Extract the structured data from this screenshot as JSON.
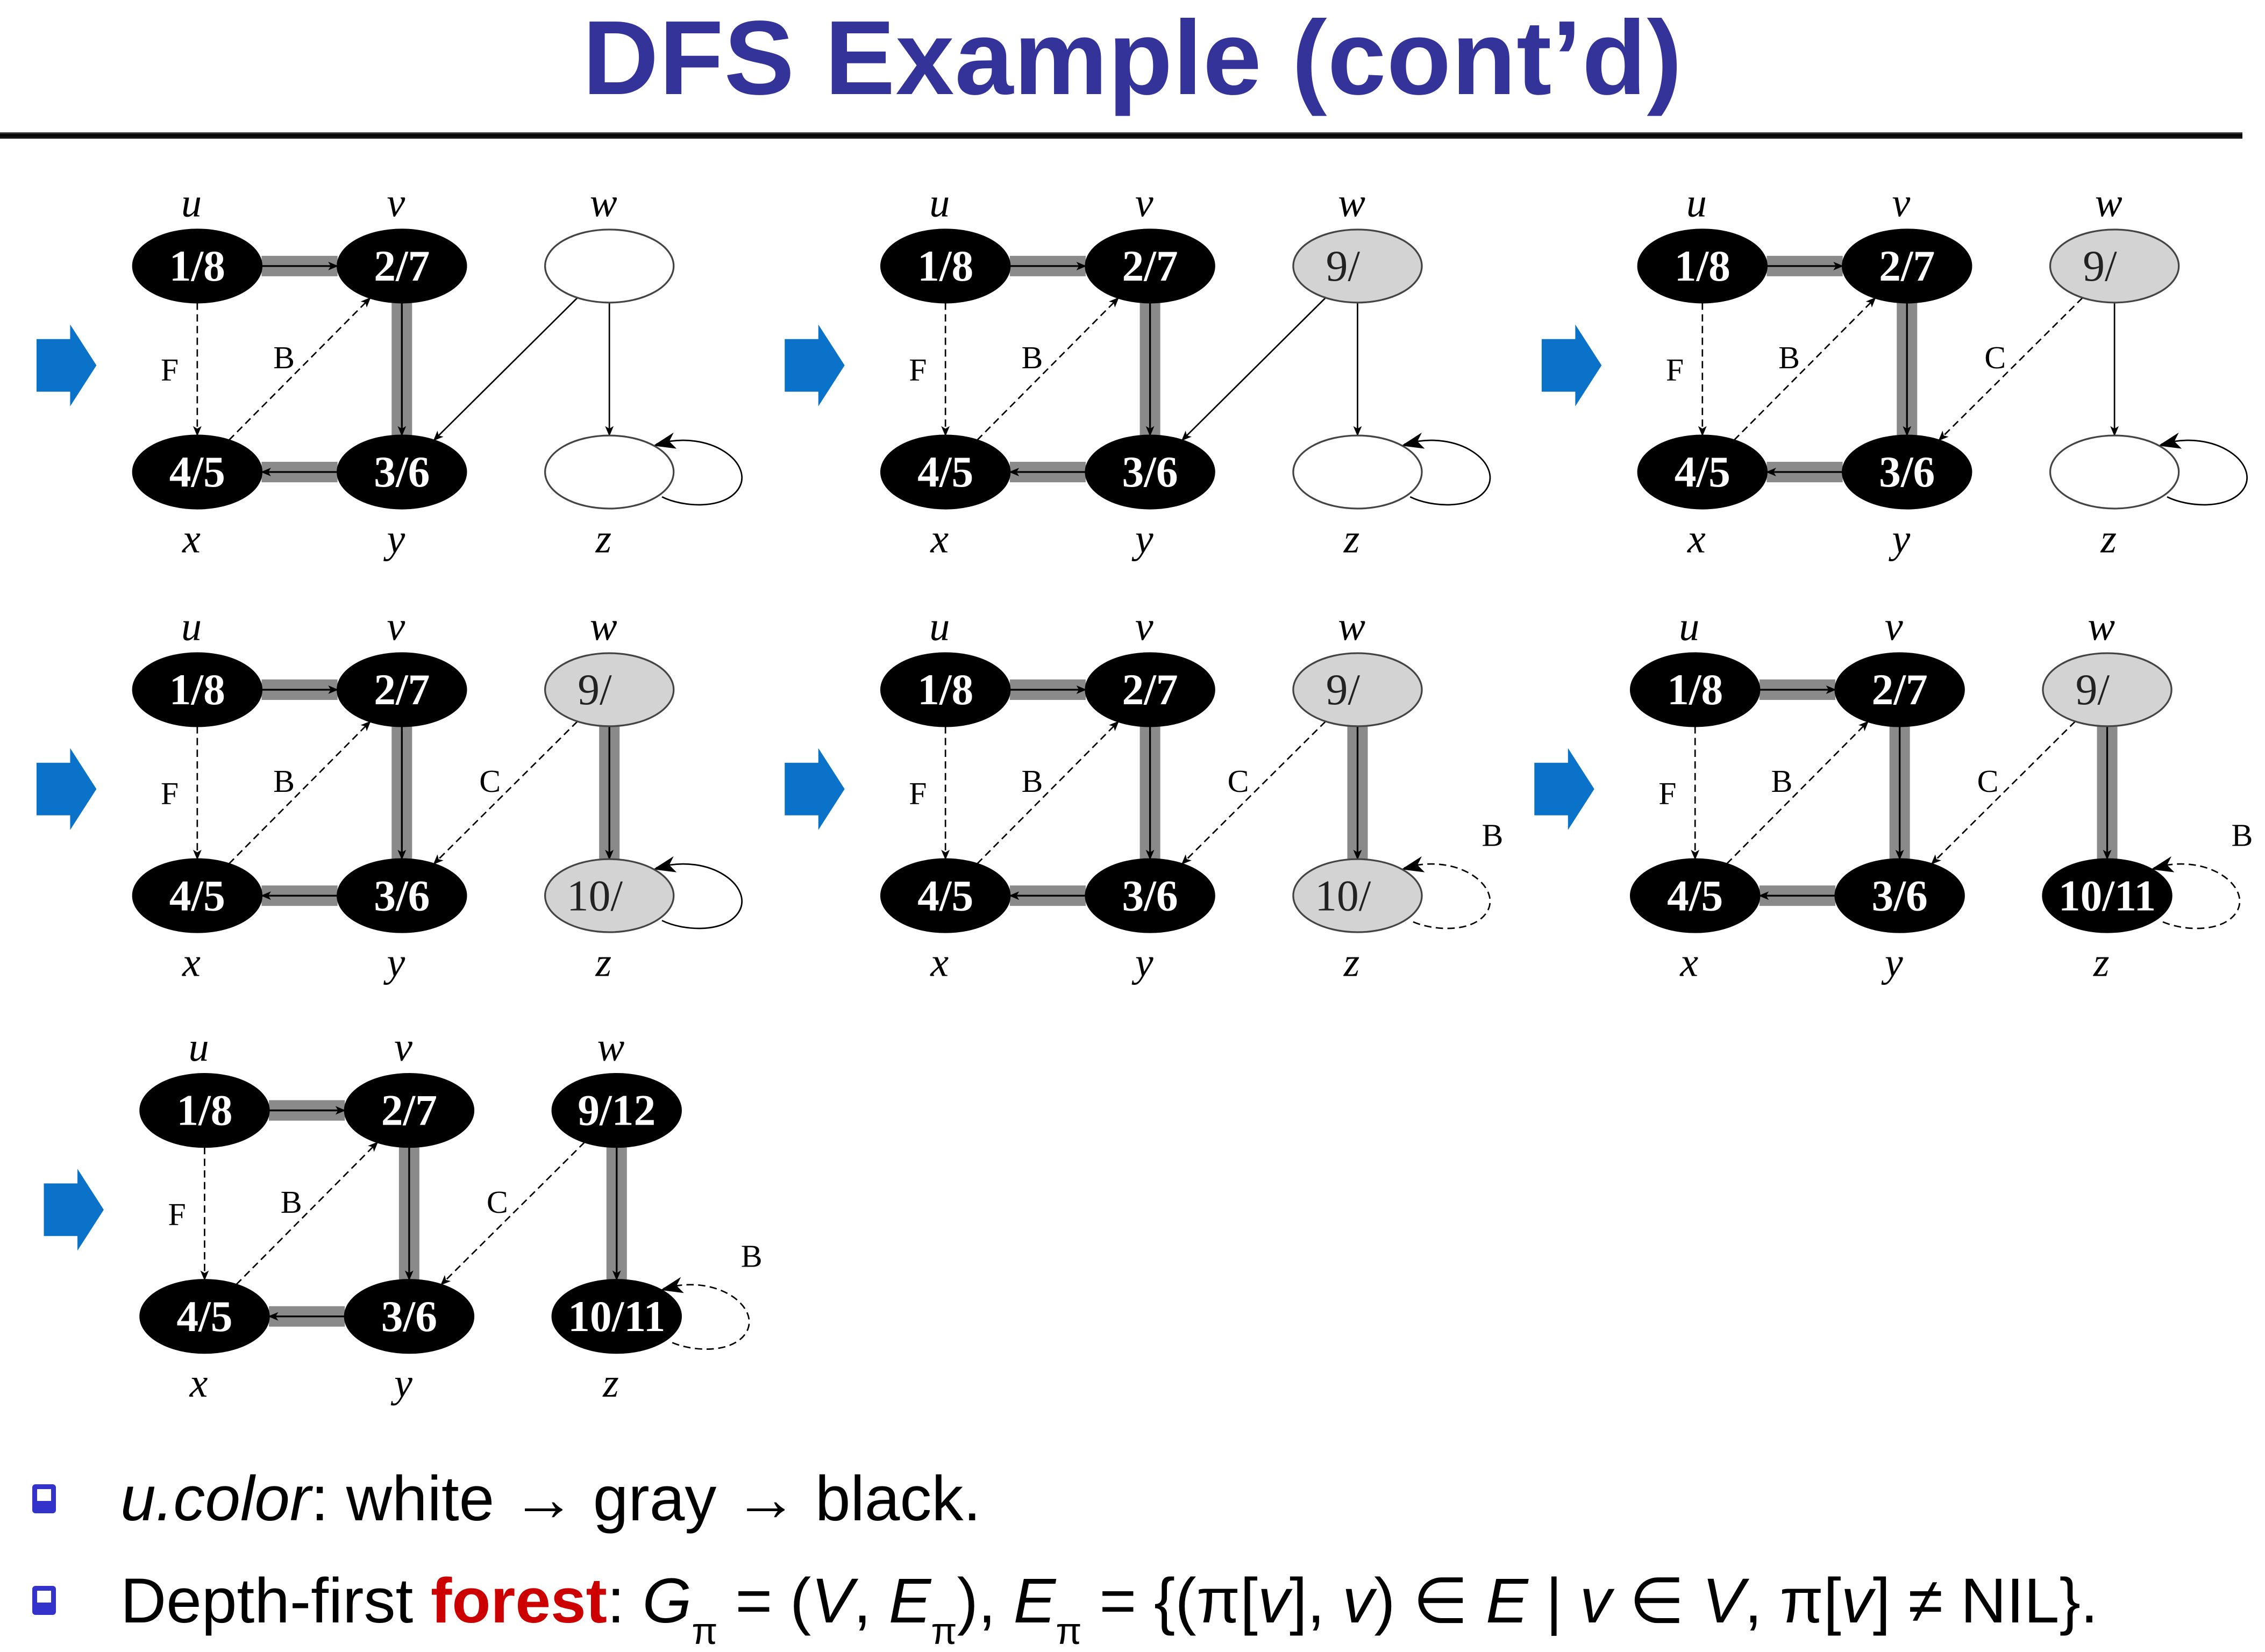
{
  "title": "DFS Example (cont’d)",
  "colors": {
    "title": "#333399",
    "arrow": "#0a72c8",
    "node_black": "#000000",
    "node_gray": "#d3d3d3",
    "node_white": "#ffffff",
    "tree_edge": "#8a8a8a",
    "bullet_box": "#3333cc",
    "highlight": "#cc0000"
  },
  "vertex_names": {
    "u": "u",
    "v": "v",
    "w": "w",
    "x": "x",
    "y": "y",
    "z": "z"
  },
  "panels": [
    {
      "nodes": {
        "u": {
          "label": "1/8",
          "color": "black"
        },
        "v": {
          "label": "2/7",
          "color": "black"
        },
        "w": {
          "label": "",
          "color": "white"
        },
        "x": {
          "label": "4/5",
          "color": "black"
        },
        "y": {
          "label": "3/6",
          "color": "black"
        },
        "z": {
          "label": "",
          "color": "white"
        }
      },
      "edges": [
        {
          "from": "u",
          "to": "v",
          "type": "tree"
        },
        {
          "from": "v",
          "to": "y",
          "type": "tree"
        },
        {
          "from": "y",
          "to": "x",
          "type": "tree"
        },
        {
          "from": "u",
          "to": "x",
          "type": "classified",
          "label": "F"
        },
        {
          "from": "x",
          "to": "v",
          "type": "classified",
          "label": "B"
        },
        {
          "from": "w",
          "to": "y",
          "type": "unexplored"
        },
        {
          "from": "w",
          "to": "z",
          "type": "unexplored"
        },
        {
          "from": "z",
          "to": "z",
          "type": "unexplored"
        }
      ]
    },
    {
      "nodes": {
        "u": {
          "label": "1/8",
          "color": "black"
        },
        "v": {
          "label": "2/7",
          "color": "black"
        },
        "w": {
          "label": "9/",
          "color": "gray"
        },
        "x": {
          "label": "4/5",
          "color": "black"
        },
        "y": {
          "label": "3/6",
          "color": "black"
        },
        "z": {
          "label": "",
          "color": "white"
        }
      },
      "edges": [
        {
          "from": "u",
          "to": "v",
          "type": "tree"
        },
        {
          "from": "v",
          "to": "y",
          "type": "tree"
        },
        {
          "from": "y",
          "to": "x",
          "type": "tree"
        },
        {
          "from": "u",
          "to": "x",
          "type": "classified",
          "label": "F"
        },
        {
          "from": "x",
          "to": "v",
          "type": "classified",
          "label": "B"
        },
        {
          "from": "w",
          "to": "y",
          "type": "unexplored"
        },
        {
          "from": "w",
          "to": "z",
          "type": "unexplored"
        },
        {
          "from": "z",
          "to": "z",
          "type": "unexplored"
        }
      ]
    },
    {
      "nodes": {
        "u": {
          "label": "1/8",
          "color": "black"
        },
        "v": {
          "label": "2/7",
          "color": "black"
        },
        "w": {
          "label": "9/",
          "color": "gray"
        },
        "x": {
          "label": "4/5",
          "color": "black"
        },
        "y": {
          "label": "3/6",
          "color": "black"
        },
        "z": {
          "label": "",
          "color": "white"
        }
      },
      "edges": [
        {
          "from": "u",
          "to": "v",
          "type": "tree"
        },
        {
          "from": "v",
          "to": "y",
          "type": "tree"
        },
        {
          "from": "y",
          "to": "x",
          "type": "tree"
        },
        {
          "from": "u",
          "to": "x",
          "type": "classified",
          "label": "F"
        },
        {
          "from": "x",
          "to": "v",
          "type": "classified",
          "label": "B"
        },
        {
          "from": "w",
          "to": "y",
          "type": "classified",
          "label": "C"
        },
        {
          "from": "w",
          "to": "z",
          "type": "unexplored"
        },
        {
          "from": "z",
          "to": "z",
          "type": "unexplored"
        }
      ]
    },
    {
      "nodes": {
        "u": {
          "label": "1/8",
          "color": "black"
        },
        "v": {
          "label": "2/7",
          "color": "black"
        },
        "w": {
          "label": "9/",
          "color": "gray"
        },
        "x": {
          "label": "4/5",
          "color": "black"
        },
        "y": {
          "label": "3/6",
          "color": "black"
        },
        "z": {
          "label": "10/",
          "color": "gray"
        }
      },
      "edges": [
        {
          "from": "u",
          "to": "v",
          "type": "tree"
        },
        {
          "from": "v",
          "to": "y",
          "type": "tree"
        },
        {
          "from": "y",
          "to": "x",
          "type": "tree"
        },
        {
          "from": "u",
          "to": "x",
          "type": "classified",
          "label": "F"
        },
        {
          "from": "x",
          "to": "v",
          "type": "classified",
          "label": "B"
        },
        {
          "from": "w",
          "to": "y",
          "type": "classified",
          "label": "C"
        },
        {
          "from": "w",
          "to": "z",
          "type": "tree"
        },
        {
          "from": "z",
          "to": "z",
          "type": "unexplored"
        }
      ]
    },
    {
      "nodes": {
        "u": {
          "label": "1/8",
          "color": "black"
        },
        "v": {
          "label": "2/7",
          "color": "black"
        },
        "w": {
          "label": "9/",
          "color": "gray"
        },
        "x": {
          "label": "4/5",
          "color": "black"
        },
        "y": {
          "label": "3/6",
          "color": "black"
        },
        "z": {
          "label": "10/",
          "color": "gray"
        }
      },
      "edges": [
        {
          "from": "u",
          "to": "v",
          "type": "tree"
        },
        {
          "from": "v",
          "to": "y",
          "type": "tree"
        },
        {
          "from": "y",
          "to": "x",
          "type": "tree"
        },
        {
          "from": "u",
          "to": "x",
          "type": "classified",
          "label": "F"
        },
        {
          "from": "x",
          "to": "v",
          "type": "classified",
          "label": "B"
        },
        {
          "from": "w",
          "to": "y",
          "type": "classified",
          "label": "C"
        },
        {
          "from": "w",
          "to": "z",
          "type": "tree"
        },
        {
          "from": "z",
          "to": "z",
          "type": "classified",
          "label": "B"
        }
      ]
    },
    {
      "nodes": {
        "u": {
          "label": "1/8",
          "color": "black"
        },
        "v": {
          "label": "2/7",
          "color": "black"
        },
        "w": {
          "label": "9/",
          "color": "gray"
        },
        "x": {
          "label": "4/5",
          "color": "black"
        },
        "y": {
          "label": "3/6",
          "color": "black"
        },
        "z": {
          "label": "10/11",
          "color": "black"
        }
      },
      "edges": [
        {
          "from": "u",
          "to": "v",
          "type": "tree"
        },
        {
          "from": "v",
          "to": "y",
          "type": "tree"
        },
        {
          "from": "y",
          "to": "x",
          "type": "tree"
        },
        {
          "from": "u",
          "to": "x",
          "type": "classified",
          "label": "F"
        },
        {
          "from": "x",
          "to": "v",
          "type": "classified",
          "label": "B"
        },
        {
          "from": "w",
          "to": "y",
          "type": "classified",
          "label": "C"
        },
        {
          "from": "w",
          "to": "z",
          "type": "tree"
        },
        {
          "from": "z",
          "to": "z",
          "type": "classified",
          "label": "B"
        }
      ]
    },
    {
      "nodes": {
        "u": {
          "label": "1/8",
          "color": "black"
        },
        "v": {
          "label": "2/7",
          "color": "black"
        },
        "w": {
          "label": "9/12",
          "color": "black"
        },
        "x": {
          "label": "4/5",
          "color": "black"
        },
        "y": {
          "label": "3/6",
          "color": "black"
        },
        "z": {
          "label": "10/11",
          "color": "black"
        }
      },
      "edges": [
        {
          "from": "u",
          "to": "v",
          "type": "tree"
        },
        {
          "from": "v",
          "to": "y",
          "type": "tree"
        },
        {
          "from": "y",
          "to": "x",
          "type": "tree"
        },
        {
          "from": "u",
          "to": "x",
          "type": "classified",
          "label": "F"
        },
        {
          "from": "x",
          "to": "v",
          "type": "classified",
          "label": "B"
        },
        {
          "from": "w",
          "to": "y",
          "type": "classified",
          "label": "C"
        },
        {
          "from": "w",
          "to": "z",
          "type": "tree"
        },
        {
          "from": "z",
          "to": "z",
          "type": "classified",
          "label": "B"
        }
      ]
    }
  ],
  "bullets": [
    {
      "parts": [
        {
          "text": "u.color",
          "style": "it"
        },
        {
          "text": ": white → gray → black.",
          "style": ""
        }
      ]
    },
    {
      "parts": [
        {
          "text": "Depth-first ",
          "style": ""
        },
        {
          "text": "forest",
          "style": "red"
        },
        {
          "text": ": ",
          "style": ""
        },
        {
          "text": "G",
          "style": "it"
        },
        {
          "text": "π",
          "style": "sub"
        },
        {
          "text": " = (",
          "style": ""
        },
        {
          "text": "V",
          "style": "it"
        },
        {
          "text": ", ",
          "style": ""
        },
        {
          "text": "E",
          "style": "it"
        },
        {
          "text": "π",
          "style": "sub"
        },
        {
          "text": "), ",
          "style": ""
        },
        {
          "text": "E",
          "style": "it"
        },
        {
          "text": "π",
          "style": "sub"
        },
        {
          "text": " = {(π[",
          "style": ""
        },
        {
          "text": "v",
          "style": "it"
        },
        {
          "text": "], ",
          "style": ""
        },
        {
          "text": "v",
          "style": "it"
        },
        {
          "text": ") ∈ ",
          "style": ""
        },
        {
          "text": "E",
          "style": "it"
        },
        {
          "text": " | ",
          "style": ""
        },
        {
          "text": "v",
          "style": "it"
        },
        {
          "text": " ∈ ",
          "style": ""
        },
        {
          "text": "V",
          "style": "it"
        },
        {
          "text": ", π[",
          "style": ""
        },
        {
          "text": "v",
          "style": "it"
        },
        {
          "text": "] ≠ NIL}.",
          "style": ""
        }
      ]
    }
  ],
  "icons": {
    "step_arrow": "right-block-arrow-icon",
    "bullet": "hollow-square-bullet-icon"
  }
}
